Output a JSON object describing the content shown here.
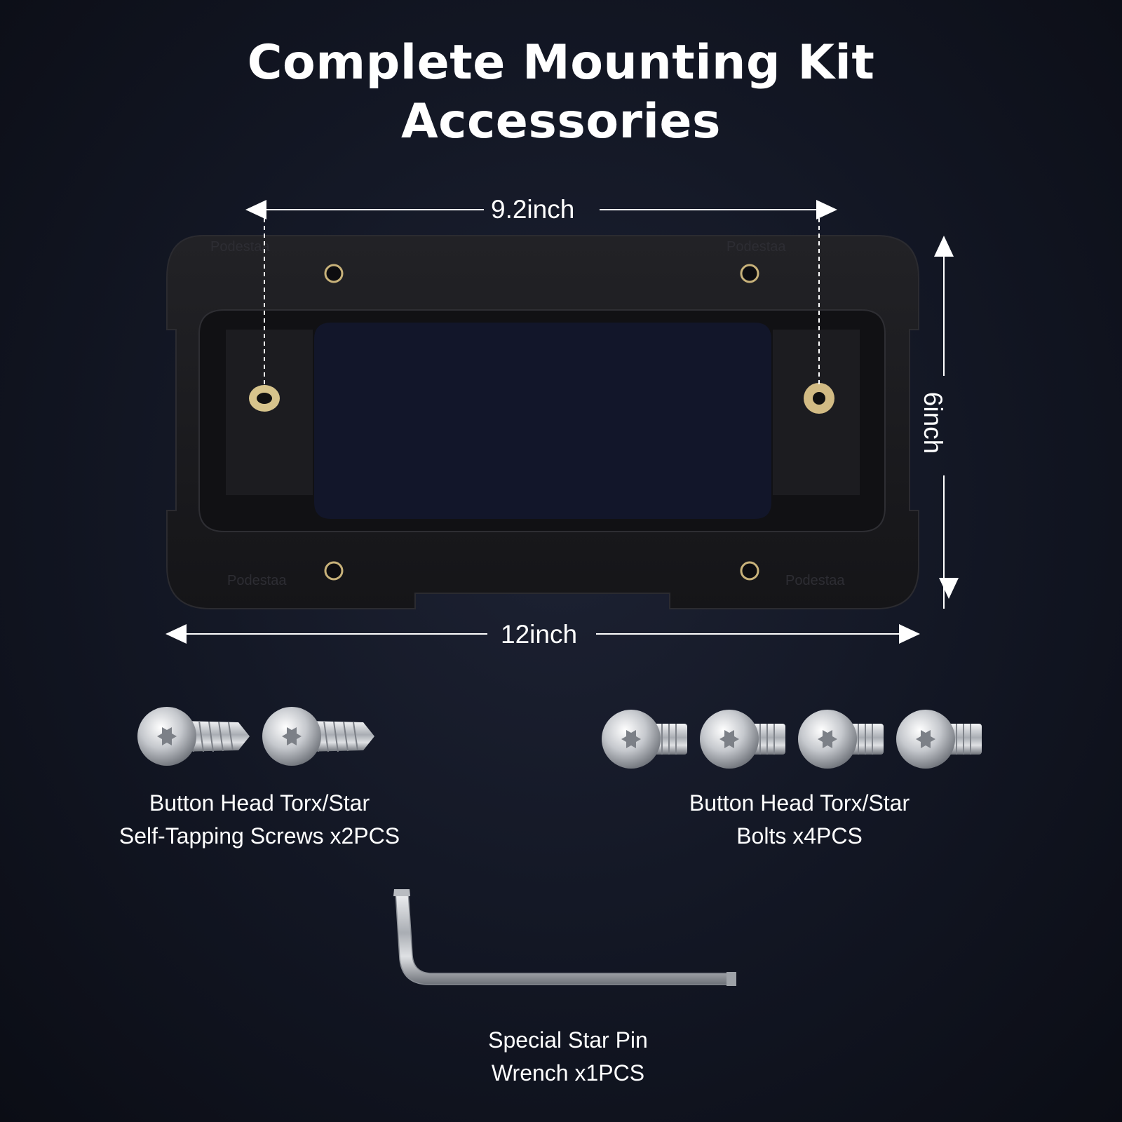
{
  "title": {
    "line1": "Complete Mounting Kit",
    "line2": "Accessories"
  },
  "dimensions": {
    "hole_spacing": "9.2inch",
    "width": "12inch",
    "height": "6inch"
  },
  "plate": {
    "brand_mark": "Podestaa",
    "color": "#1b1b1e"
  },
  "items": {
    "screws": {
      "line1": "Button Head Torx/Star",
      "line2": "Self-Tapping Screws x2PCS"
    },
    "bolts": {
      "line1": "Button Head Torx/Star",
      "line2": "Bolts x4PCS"
    },
    "wrench": {
      "line1": "Special Star Pin",
      "line2": "Wrench x1PCS"
    }
  }
}
